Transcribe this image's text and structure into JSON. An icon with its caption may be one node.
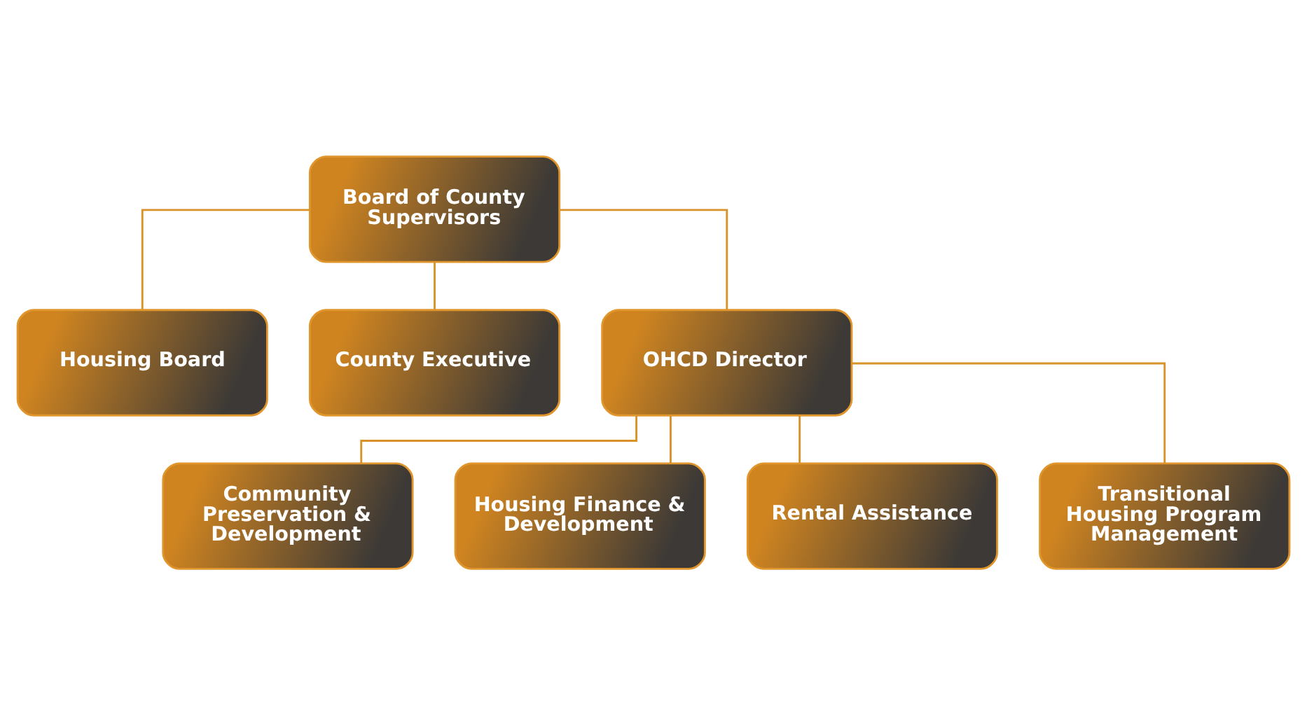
{
  "diagram": {
    "nodes": [
      {
        "text": [
          "Board of County Supervisors"
        ]
      },
      {
        "text": [
          "Housing Board"
        ]
      },
      {
        "text": [
          "County Executive"
        ]
      },
      {
        "text": [
          "OHCD Director"
        ]
      },
      {
        "text": [
          "Community Preservation & Development"
        ]
      },
      {
        "text": [
          "Housing Finance & Development"
        ]
      },
      {
        "text": [
          "Rental Assistance"
        ]
      },
      {
        "text": [
          "Transitional Housing Program Management"
        ]
      }
    ],
    "edges": [
      {
        "from": 0,
        "to": 1,
        "arrow": "none"
      },
      {
        "from": 0,
        "to": 2,
        "arrow": "none"
      },
      {
        "from": 0,
        "to": 3,
        "arrow": "none"
      },
      {
        "from": 3,
        "to": 4,
        "arrow": "none"
      },
      {
        "from": 3,
        "to": 5,
        "arrow": "none"
      },
      {
        "from": 3,
        "to": 6,
        "arrow": "none"
      },
      {
        "from": 3,
        "to": 7,
        "arrow": "none"
      }
    ]
  }
}
